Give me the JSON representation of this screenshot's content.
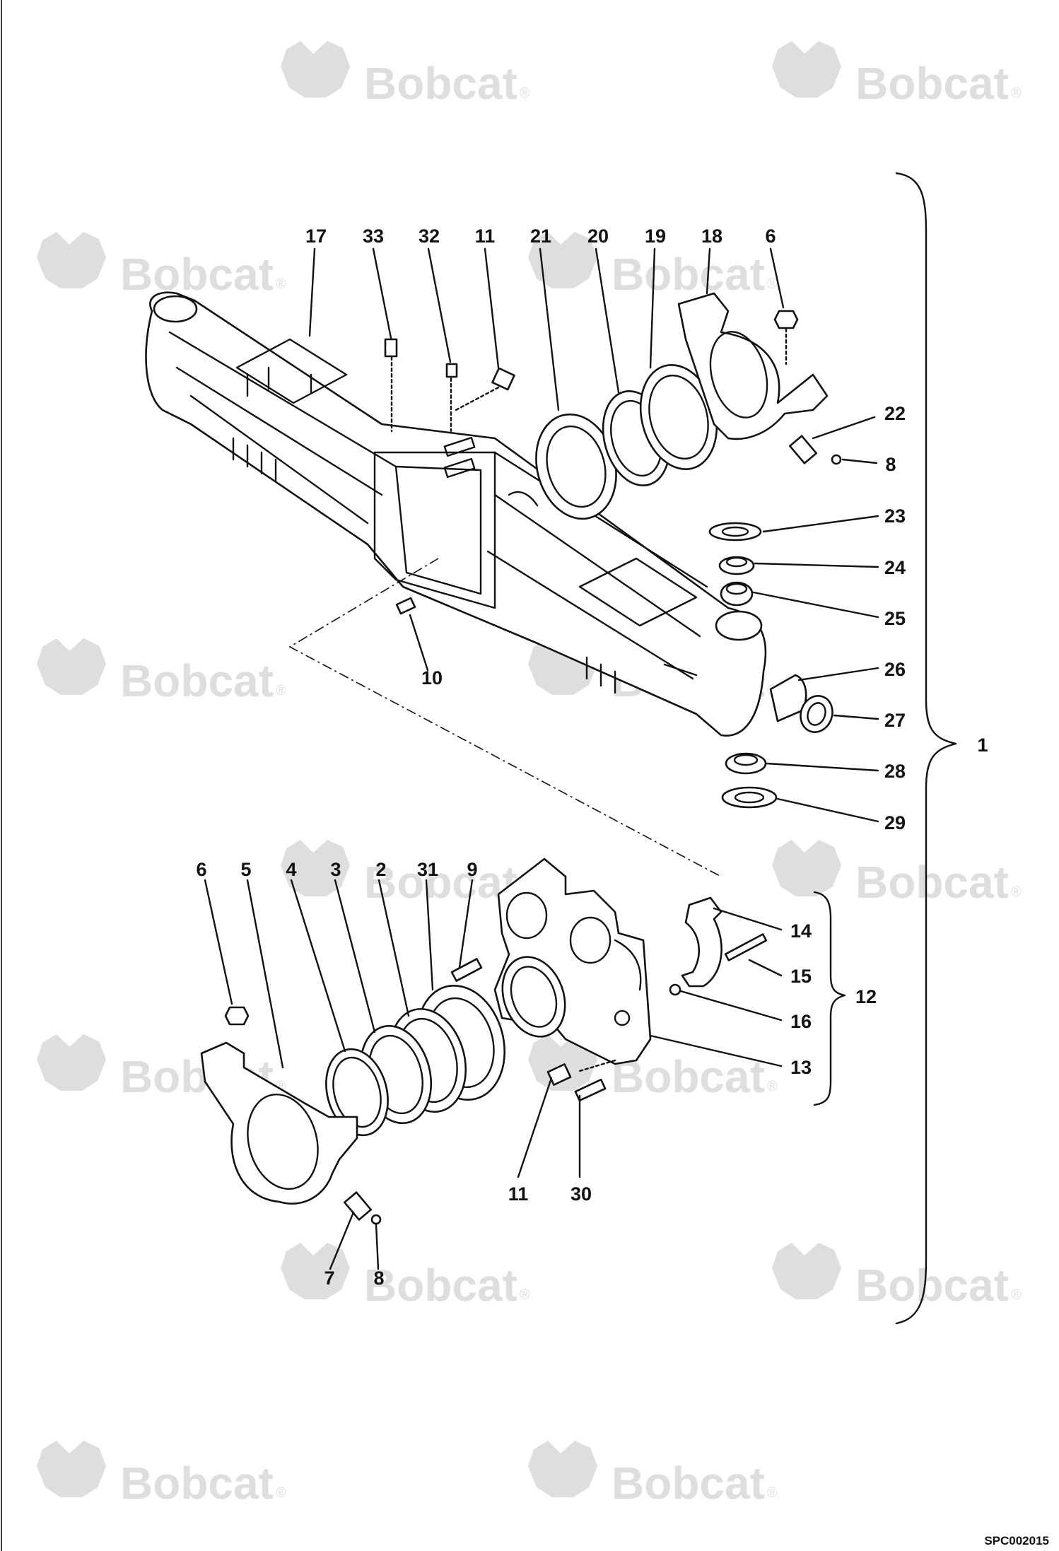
{
  "watermark": {
    "text": "Bobcat",
    "mark": "®"
  },
  "drawing_code": "SPC002015",
  "callouts": {
    "c17": "17",
    "c33": "33",
    "c32": "32",
    "c11a": "11",
    "c21": "21",
    "c20": "20",
    "c19": "19",
    "c18": "18",
    "c6a": "6",
    "c22": "22",
    "c8a": "8",
    "c23": "23",
    "c24": "24",
    "c25": "25",
    "c26": "26",
    "c27": "27",
    "c28": "28",
    "c29": "29",
    "c10": "10",
    "c1": "1",
    "c6b": "6",
    "c5": "5",
    "c4": "4",
    "c3": "3",
    "c2": "2",
    "c31": "31",
    "c9": "9",
    "c14": "14",
    "c15": "15",
    "c16": "16",
    "c12": "12",
    "c13": "13",
    "c11b": "11",
    "c30": "30",
    "c7": "7",
    "c8b": "8"
  },
  "colors": {
    "line": "#111111",
    "watermark": "#dedede",
    "background": "#ffffff"
  }
}
